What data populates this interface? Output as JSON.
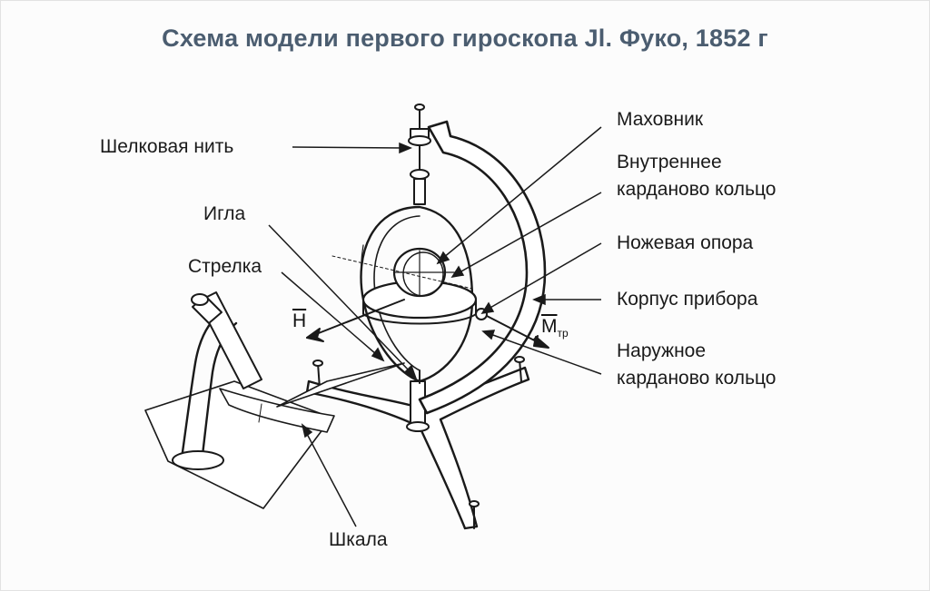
{
  "title": "Схема модели первого гироскопа Jl. Фуко, 1852 г",
  "labels": {
    "silk_thread": "Шелковая нить",
    "needle": "Игла",
    "pointer": "Стрелка",
    "scale": "Шкала",
    "flywheel": "Маховник",
    "inner_gimbal_1": "Внутреннее",
    "inner_gimbal_2": "карданово кольцо",
    "knife_support": "Ножевая опора",
    "housing": "Корпус прибора",
    "outer_gimbal_1": "Наружное",
    "outer_gimbal_2": "карданово кольцо"
  },
  "symbols": {
    "h": "H",
    "m": "M",
    "m_sub": "тр"
  },
  "colors": {
    "title": "#4b5d70",
    "ink": "#1a1a1a"
  }
}
